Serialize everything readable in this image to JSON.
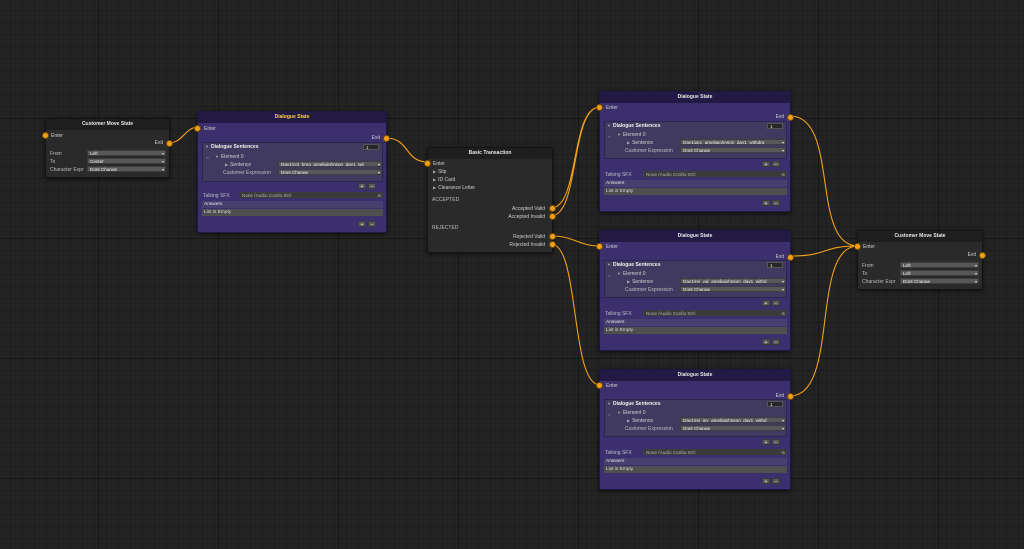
{
  "colors": {
    "canvas": "#232323",
    "node": "#2a2a2a",
    "dialogue_node": "#3b2f6e",
    "port": "#f2a01a",
    "wire": "#f2a01a",
    "title_highlight": "#ffd23a"
  },
  "customer_move_left": {
    "title": "Customer Move State",
    "enter": "Enter",
    "exit": "Exit",
    "from_label": "From",
    "from_value": "Left",
    "to_label": "To",
    "to_value": "Center",
    "expr_label": "Character Expr",
    "expr_value": "Dont Change"
  },
  "dialogue_first": {
    "title": "Dialogue State",
    "enter": "Enter",
    "exit": "Exit",
    "sentences_label": "Dialogue Sentences",
    "sentences_count": "1",
    "element_label": "Element 0",
    "sentence_label": "Sentence",
    "sentence_value": "Day1/cot_breq_ameliajohnson_day1_wit",
    "expression_label": "Customer Expression",
    "expression_value": "Dont Change",
    "talking_label": "Talking SFX",
    "talking_value": "None (Audio Config SO)",
    "answers_label": "Answers",
    "answers_value": "List is Empty",
    "add": "+",
    "remove": "−"
  },
  "basic_transaction": {
    "title": "Basic Transaction",
    "enter": "Enter",
    "item_slip": "Slip",
    "item_id": "ID Card",
    "item_clearance": "Clearance Letter",
    "accepted_header": "ACCEPTED",
    "accepted_valid": "Accepted Valid",
    "accepted_invalid": "Accepted Invalid",
    "rejected_header": "REJECTED",
    "rejected_valid": "Rejected Valid",
    "rejected_invalid": "Rejected Invalid"
  },
  "dialogue_top": {
    "title": "Dialogue State",
    "enter": "Enter",
    "exit": "Exit",
    "sentences_label": "Dialogue Sentences",
    "sentences_count": "1",
    "element_label": "Element 0",
    "sentence_label": "Sentence",
    "sentence_value": "Day1/acc_ameliajohnson_day1_withdra",
    "expression_label": "Customer Expression",
    "expression_value": "Dont Change",
    "talking_label": "Talking SFX",
    "talking_value": "None (Audio Config SO)",
    "answers_label": "Answers",
    "answers_value": "List is Empty",
    "add": "+",
    "remove": "−"
  },
  "dialogue_mid": {
    "title": "Dialogue State",
    "enter": "Enter",
    "exit": "Exit",
    "sentences_label": "Dialogue Sentences",
    "sentences_count": "1",
    "element_label": "Element 0",
    "sentence_label": "Sentence",
    "sentence_value": "Day1/rej_val_ameliajohnson_day1_withd",
    "expression_label": "Customer Expression",
    "expression_value": "Dont Change",
    "talking_label": "Talking SFX",
    "talking_value": "None (Audio Config SO)",
    "answers_label": "Answers",
    "answers_value": "List is Empty",
    "add": "+",
    "remove": "−"
  },
  "dialogue_bottom": {
    "title": "Dialogue State",
    "enter": "Enter",
    "exit": "Exit",
    "sentences_label": "Dialogue Sentences",
    "sentences_count": "1",
    "element_label": "Element 0",
    "sentence_label": "Sentence",
    "sentence_value": "Day1/rej_inv_ameliajohnson_day1_withd",
    "expression_label": "Customer Expression",
    "expression_value": "Dont Change",
    "talking_label": "Talking SFX",
    "talking_value": "None (Audio Config SO)",
    "answers_label": "Answers",
    "answers_value": "List is Empty",
    "add": "+",
    "remove": "−"
  },
  "customer_move_right": {
    "title": "Customer Move State",
    "enter": "Enter",
    "exit": "Exit",
    "from_label": "From",
    "from_value": "Left",
    "to_label": "To",
    "to_value": "Left",
    "expr_label": "Character Expr",
    "expr_value": "Dont Change"
  }
}
